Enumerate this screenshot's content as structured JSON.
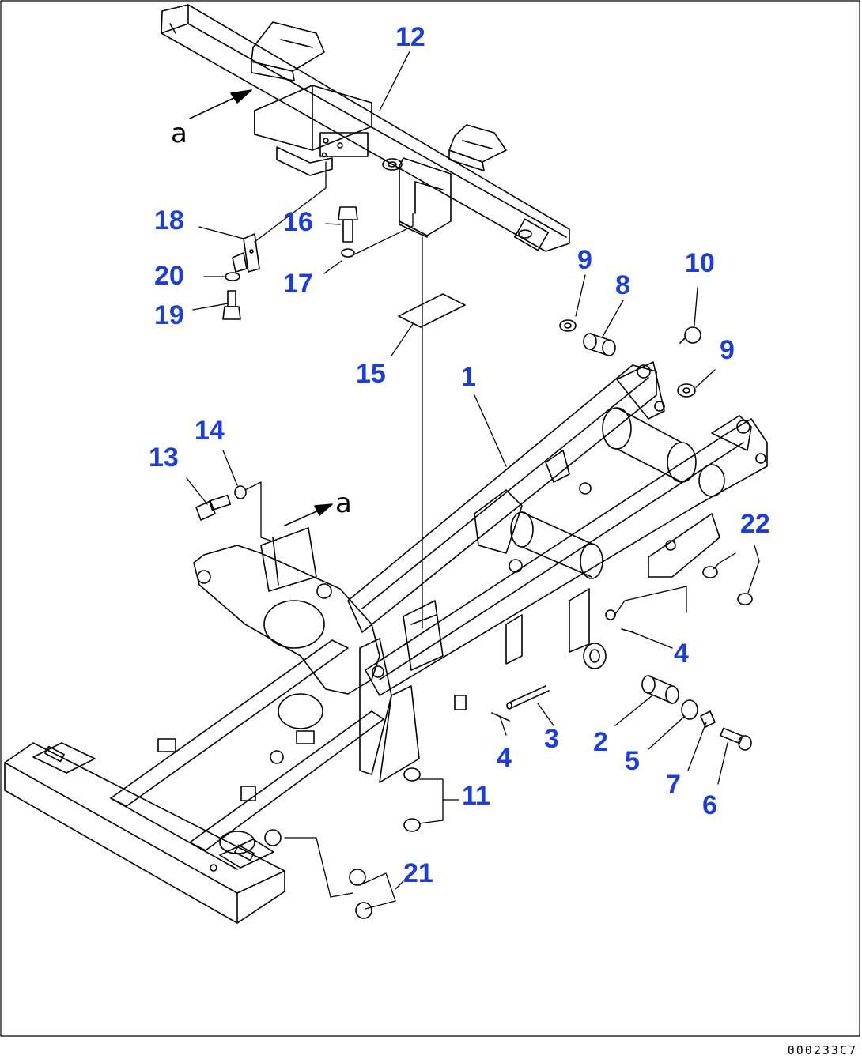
{
  "callouts": [
    {
      "id": "c12",
      "label": "12"
    },
    {
      "id": "c18",
      "label": "18"
    },
    {
      "id": "c16",
      "label": "16"
    },
    {
      "id": "c20",
      "label": "20"
    },
    {
      "id": "c17",
      "label": "17"
    },
    {
      "id": "c19",
      "label": "19"
    },
    {
      "id": "c9a",
      "label": "9"
    },
    {
      "id": "c8",
      "label": "8"
    },
    {
      "id": "c10",
      "label": "10"
    },
    {
      "id": "c9b",
      "label": "9"
    },
    {
      "id": "c15",
      "label": "15"
    },
    {
      "id": "c1",
      "label": "1"
    },
    {
      "id": "c14",
      "label": "14"
    },
    {
      "id": "c13",
      "label": "13"
    },
    {
      "id": "c22",
      "label": "22"
    },
    {
      "id": "c4a",
      "label": "4"
    },
    {
      "id": "c3",
      "label": "3"
    },
    {
      "id": "c2",
      "label": "2"
    },
    {
      "id": "c4b",
      "label": "4"
    },
    {
      "id": "c5",
      "label": "5"
    },
    {
      "id": "c7",
      "label": "7"
    },
    {
      "id": "c6",
      "label": "6"
    },
    {
      "id": "c11",
      "label": "11"
    },
    {
      "id": "c21",
      "label": "21"
    }
  ],
  "view_marks": {
    "top": "a",
    "middle": "a"
  },
  "drawing_code": "000233C7",
  "colors": {
    "callout": "#1f3fd0",
    "line": "#000000",
    "background": "#ffffff"
  }
}
